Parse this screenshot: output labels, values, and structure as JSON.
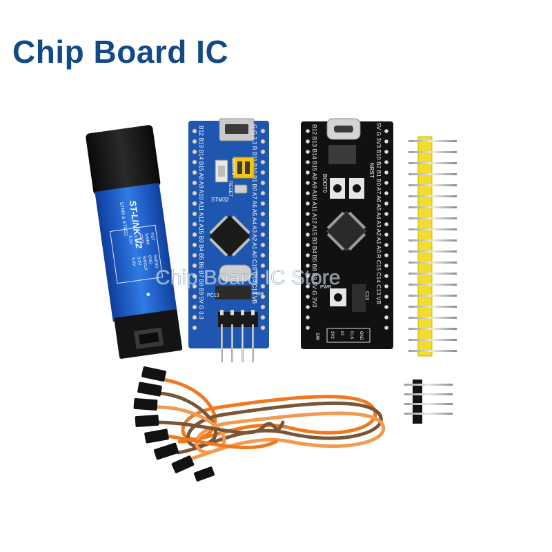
{
  "title": "Chip Board IC",
  "watermark": "Chip Board IC Store",
  "colors": {
    "title": "#124a86",
    "stlink_blue": "#1f5fd0",
    "blue_board": "#1e56b0",
    "black_board": "#111111",
    "header_yellow": "#f2dd2a"
  },
  "stlink": {
    "label": "ST-LINK V2",
    "sublabel": "STM8 & STM32",
    "pins_left": [
      "RST",
      "SWIM",
      "GND",
      "3.3V",
      "5.0V"
    ],
    "pins_right": [
      "SWDIO",
      "GND",
      "SWCLK",
      "3.3V",
      "5.0V"
    ]
  },
  "blue_board": {
    "left_pins": "B12 B13 B14 B15 A8 A9 A10 A11 A12 A15 B3 B4 B5 B6 B7 B8 B9 5V G 3.3",
    "right_pins": "G G 3.3 R B11 B10 B1 B0 A7 A6 A5 A4 A3 A2 A1 A0 C15 C14 C13 VB",
    "chip_label": "STM32",
    "reset_label": "RESET",
    "boot_label": "BOOT1",
    "pc13_label": "PC13",
    "pwr_label": "PWR"
  },
  "black_board": {
    "left_pins": "B12 B13 B14 B15 A8 A9 A10 A11 A12 A15 B3 B4 B5 B8 B9 5V G 3V3",
    "right_pins": "5V G 3V3 B10 B2 B1 B0 A7 A6 A5 A4 A3 A2 A1 A0 R C15 C14 C13 VB",
    "boot_label": "BOOT0",
    "nrst_label": "NRST",
    "pwr_label": "PWR",
    "c13_label": "C13",
    "bottom_labels": [
      "3V3",
      "IO",
      "CLK",
      "GND"
    ],
    "sw_label": "SW"
  }
}
